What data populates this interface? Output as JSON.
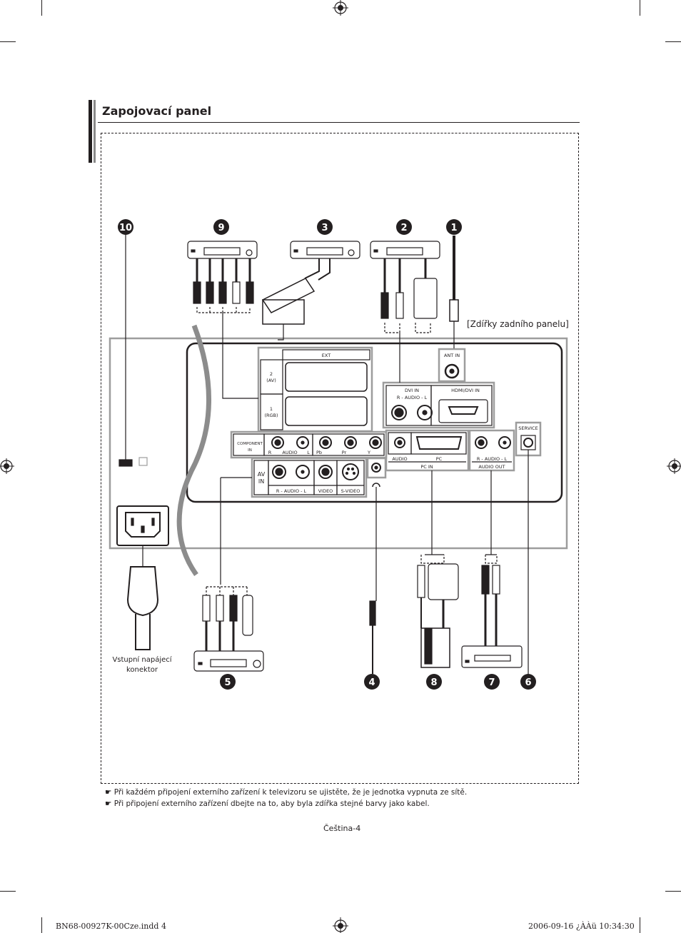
{
  "section_title": "Zapojovací panel",
  "rear_panel_caption": "[Zdířky zadního panelu]",
  "power_connector_label": [
    "Vstupní napájecí",
    "konektor"
  ],
  "ports": {
    "ant_in": "ANT IN",
    "ext": "EXT",
    "ext2": [
      "2",
      "(AV)"
    ],
    "ext1": [
      "1",
      "(RGB)"
    ],
    "dvi_in": "DVI IN",
    "dvi_audio": "R - AUDIO - L",
    "hdmi": "HDMI/DVI IN",
    "component": [
      "COMPONENT",
      "IN"
    ],
    "component_audio": "AUDIO",
    "component_r": "R",
    "component_l": "L",
    "pb": "Pb",
    "pr": "Pr",
    "y": "Y",
    "audio": "AUDIO",
    "pc": "PC",
    "pc_in": "PC IN",
    "audio_out_rl": "R - AUDIO - L",
    "audio_out": "AUDIO OUT",
    "service": "SERVICE",
    "av_in": [
      "AV",
      "IN"
    ],
    "av_audio": "R - AUDIO - L",
    "video": "VIDEO",
    "s_video": "S-VIDEO"
  },
  "callouts": [
    "10",
    "9",
    "3",
    "2",
    "1",
    "5",
    "4",
    "8",
    "7",
    "6"
  ],
  "notes": [
    "Při každém připojení externího zařízení k televizoru se ujistěte, že je jednotka vypnuta ze sítě.",
    "Při připojení externího zařízení dbejte na to, aby byla zdířka stejné barvy jako kabel."
  ],
  "note_icon": "pointing-hand-icon",
  "page_number": "Čeština-4",
  "footer_left": "BN68-00927K-00Cze.indd   4",
  "footer_right": "2006-09-16   ¿ÀÀü 10:34:30"
}
